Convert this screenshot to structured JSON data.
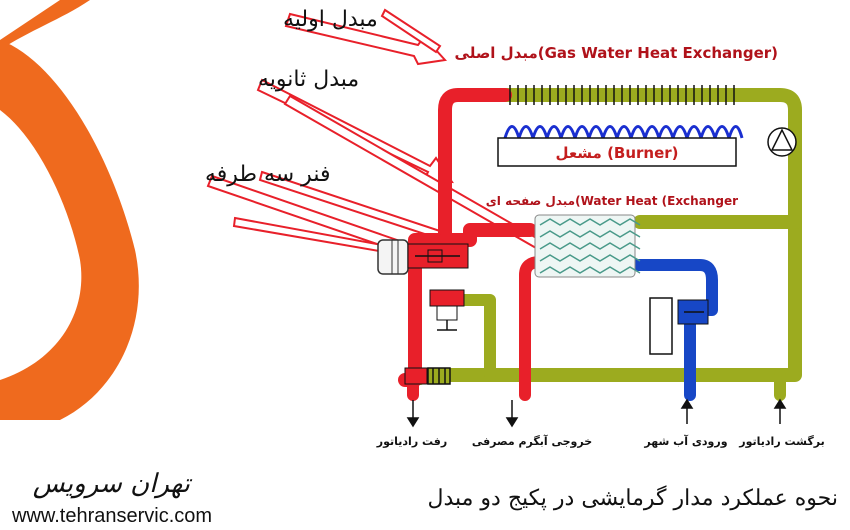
{
  "callouts": {
    "primary": "مبدل اولیه",
    "secondary": "مبدل ثانویه",
    "three_way": "فنر سه طرفه"
  },
  "diagram": {
    "main_exchanger_label": "مبدل اصلی(Gas Water Heat Exchanger)",
    "burner_label": "مشعل (Burner)",
    "plate_exchanger_label": "مبدل صفحه ای(Water Heat (Exchanger"
  },
  "ports": [
    {
      "label": "رفت رادیاتور",
      "direction": "out"
    },
    {
      "label": "خروجی آبگرم مصرفی",
      "direction": "out"
    },
    {
      "label": "ورودی آب شهر",
      "direction": "in"
    },
    {
      "label": "برگشت رادیاتور",
      "direction": "in"
    }
  ],
  "footer": {
    "brand": "تهران سرویس",
    "url": "www.tehranservic.com",
    "caption": "نحوه عملکرد مدار گرمایشی در پکیج دو مبدل"
  },
  "colors": {
    "hot_pipe": "#e8202a",
    "return_pipe": "#9cab1f",
    "cold_pipe": "#1747c6",
    "flame": "#1a2fd0",
    "accent_shape": "#ef6a1e"
  }
}
